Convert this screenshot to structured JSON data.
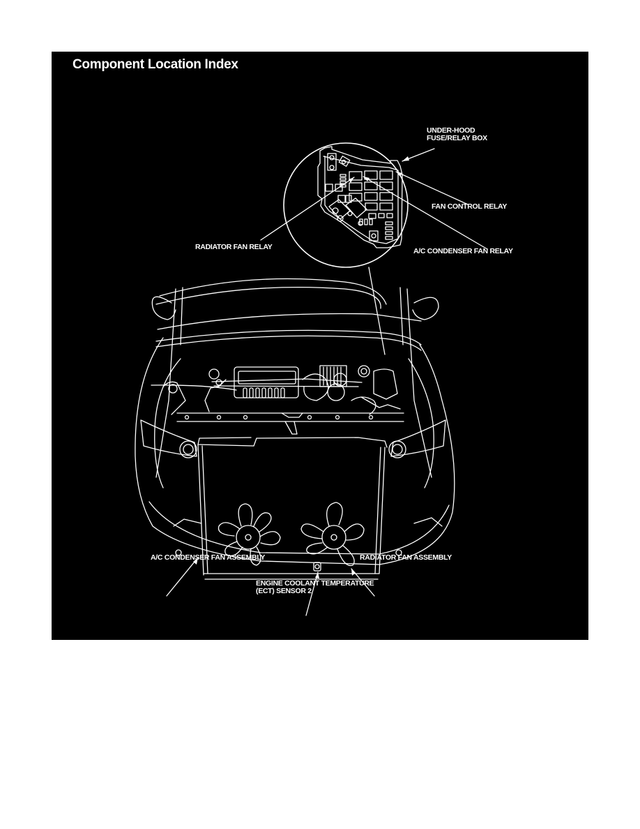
{
  "page": {
    "title": "Component Location Index",
    "background": "#ffffff",
    "panel_color": "#000000",
    "line_color": "#ffffff"
  },
  "labels": {
    "under_hood_fuse_relay_box_line1": "UNDER-HOOD",
    "under_hood_fuse_relay_box_line2": "FUSE/RELAY BOX",
    "fan_control_relay": "FAN CONTROL RELAY",
    "ac_condenser_fan_relay": "A/C CONDENSER FAN RELAY",
    "radiator_fan_relay": "RADIATOR FAN RELAY",
    "ac_condenser_fan_assembly": "A/C CONDENSER FAN ASSEMBLY",
    "radiator_fan_assembly": "RADIATOR FAN ASSEMBLY",
    "ect_sensor_line1": "ENGINE COOLANT TEMPERATURE",
    "ect_sensor_line2": "(ECT) SENSOR 2"
  }
}
